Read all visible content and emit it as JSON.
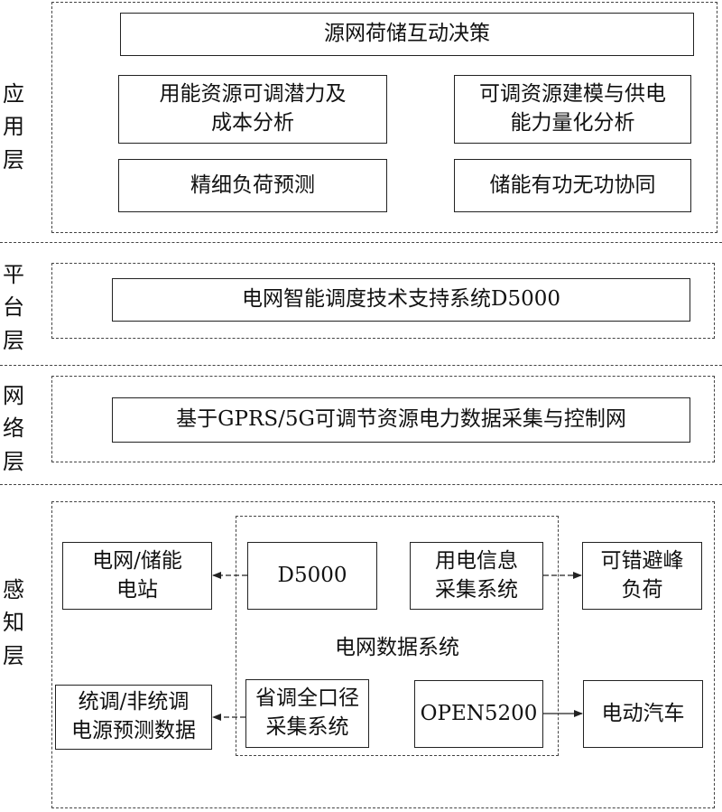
{
  "layers": {
    "application": "应\n用\n层",
    "platform": "平\n台\n层",
    "network": "网\n络\n层",
    "perception": "感\n知\n层"
  },
  "application": {
    "decision": "源网荷储互动决策",
    "potential_cost": "用能资源可调潜力及\n成本分析",
    "modeling": "可调资源建模与供电\n能力量化分析",
    "load_forecast": "精细负荷预测",
    "storage_pq": "储能有功无功协同"
  },
  "platform": {
    "d5000_system": "电网智能调度技术支持系统D5000"
  },
  "network": {
    "gprs_net": "基于GPRS/5G可调节资源电力数据采集与控制网"
  },
  "perception": {
    "grid_storage_station": "电网/储能\n电站",
    "d5000": "D5000",
    "power_info_collect": "用电信息\n采集系统",
    "peak_shift_load": "可错避峰\n负荷",
    "grid_data_system": "电网数据系统",
    "dispatch_forecast": "统调/非统调\n电源预测数据",
    "province_collect": "省调全口径\n采集系统",
    "open5200": "OPEN5200",
    "ev": "电动汽车"
  }
}
